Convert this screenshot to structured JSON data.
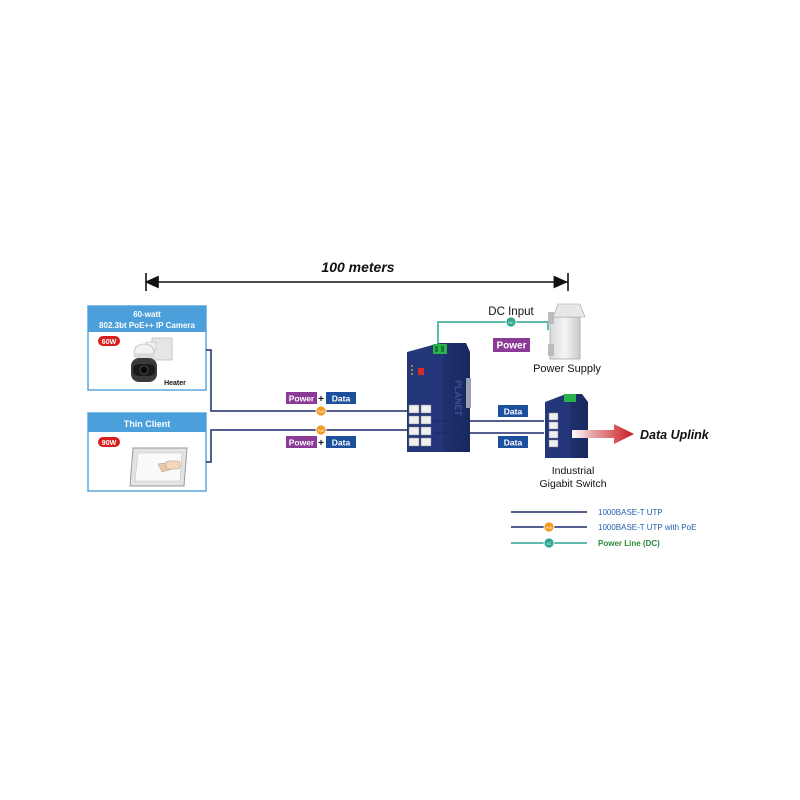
{
  "distance": {
    "label": "100 meters"
  },
  "camera": {
    "title_line1": "60-watt",
    "title_line2": "802.3bt PoE++ IP Camera",
    "watt_badge": "60W",
    "heater_label": "Heater"
  },
  "thin_client": {
    "title": "Thin Client",
    "watt_badge": "90W"
  },
  "tags": {
    "power": "Power",
    "plus": "+",
    "data": "Data"
  },
  "dc_input": {
    "label": "DC Input",
    "power_tag": "Power",
    "dc_badge": "DC"
  },
  "poe_badge": "PoE",
  "power_supply": {
    "label": "Power Supply"
  },
  "main_switch": {
    "brand": "PLANET"
  },
  "industrial_switch": {
    "label_line1": "Industrial",
    "label_line2": "Gigabit Switch"
  },
  "uplink": {
    "label": "Data Uplink"
  },
  "legend": {
    "items": [
      {
        "label": "1000BASE-T UTP"
      },
      {
        "label": "1000BASE-T UTP with PoE"
      },
      {
        "label": "Power Line (DC)"
      }
    ]
  },
  "colors": {
    "navy": "#1b2a6b",
    "switch_blue": "#1f3170",
    "poe_orange": "#f29a1f",
    "dc_teal": "#2aa58f",
    "power_purple": "#8b3a96",
    "data_blue": "#1c4f9c",
    "uplink_red": "#cc1f24",
    "green_terminal": "#2bb24c",
    "device_box_blue": "#5aa7dd",
    "legend_text_blue": "#1d5fae"
  }
}
